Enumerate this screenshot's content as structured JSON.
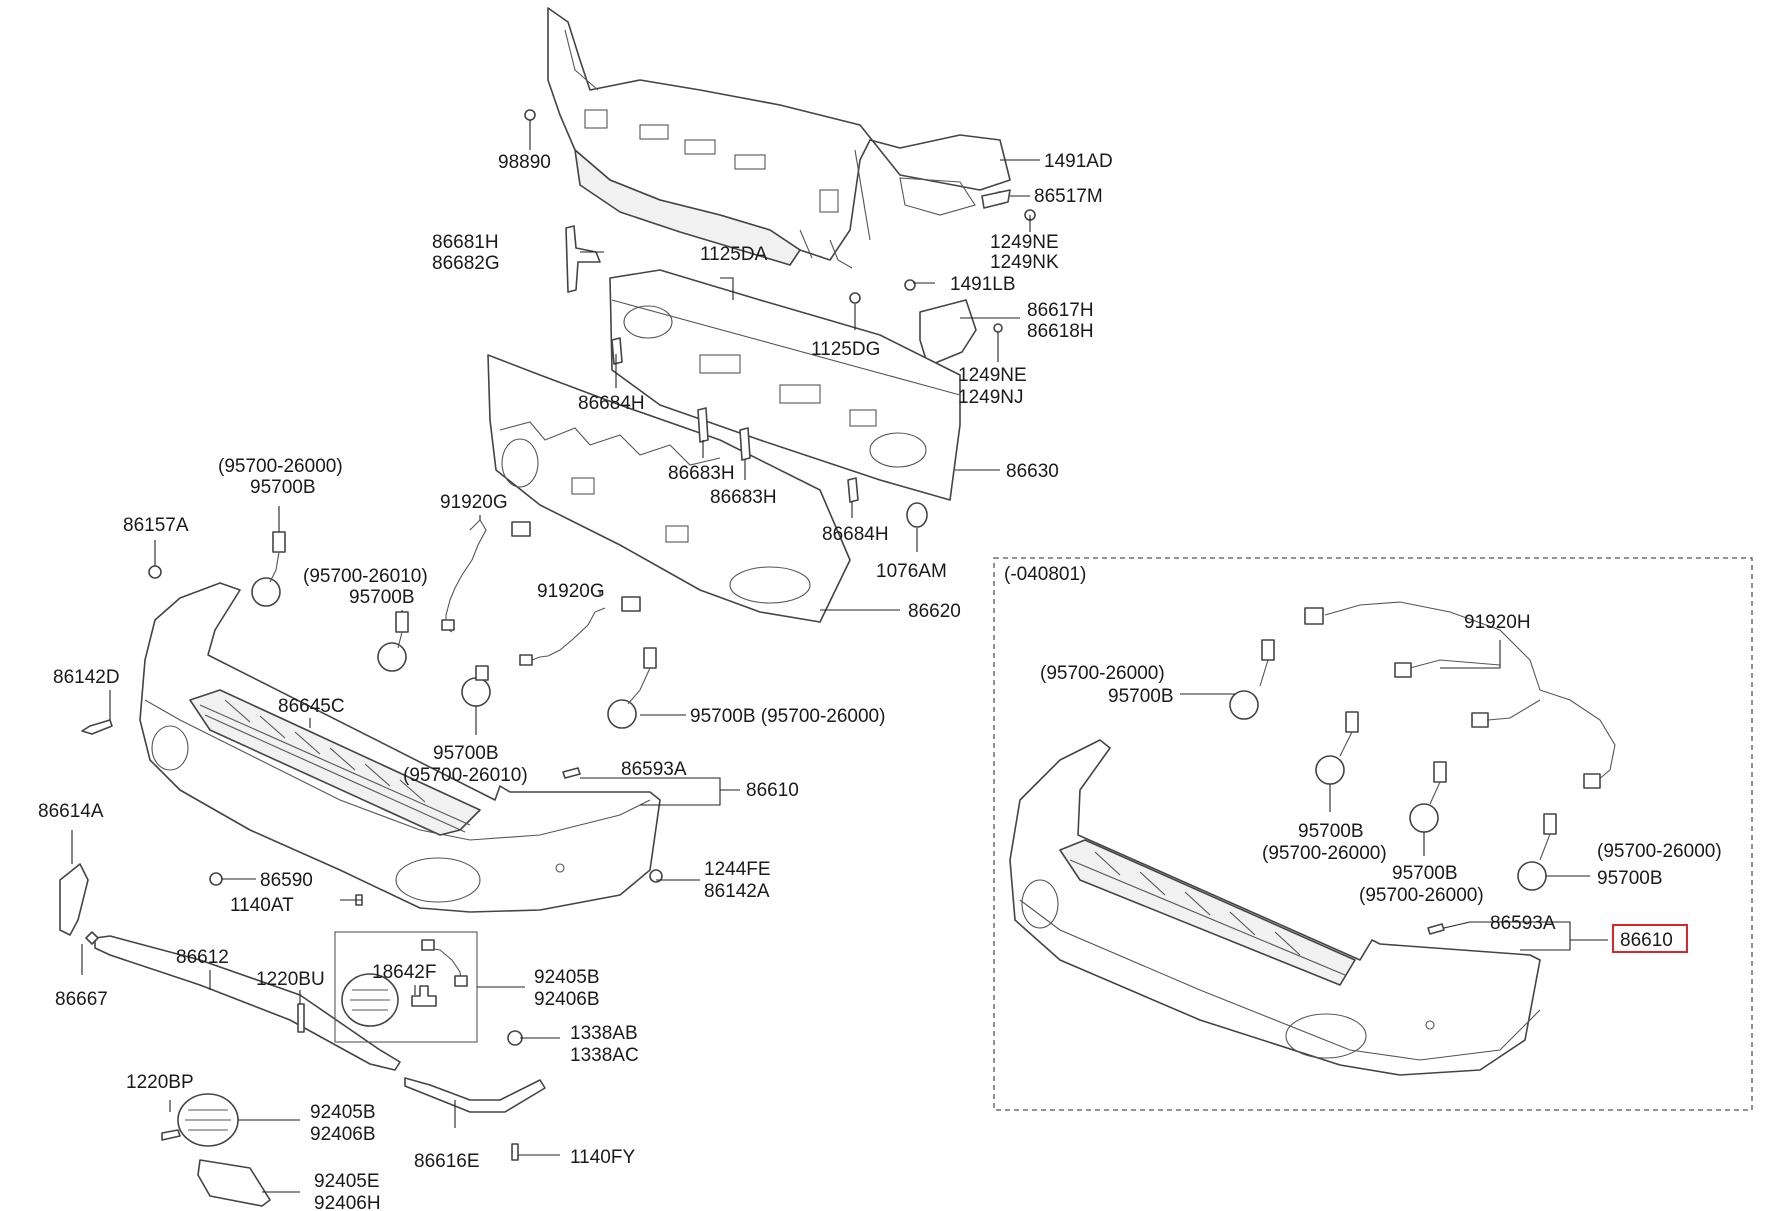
{
  "diagram": {
    "colors": {
      "line": "#444444",
      "highlight": "#d62828",
      "background": "#ffffff"
    },
    "labels": {
      "p98890": "98890",
      "p1491AD": "1491AD",
      "p86517M": "86517M",
      "p1249NE_a": "1249NE",
      "p1249NK": "1249NK",
      "p86681H": "86681H",
      "p86682G": "86682G",
      "p1125DA": "1125DA",
      "p1491LB": "1491LB",
      "p86617H": "86617H",
      "p86618H": "86618H",
      "p1125DG": "1125DG",
      "p1249NE_b": "1249NE",
      "p1249NJ": "1249NJ",
      "p86684H_a": "86684H",
      "p86683H_a": "86683H",
      "p86683H_b": "86683H",
      "p86630": "86630",
      "p86684H_b": "86684H",
      "p1076AM": "1076AM",
      "p86620": "86620",
      "p95700_26000_a": "(95700-26000)",
      "p95700B_a": "95700B",
      "p86157A": "86157A",
      "p91920G_a": "91920G",
      "p95700_26010_a": "(95700-26010)",
      "p95700B_b": "95700B",
      "p91920G_b": "91920G",
      "p86142D": "86142D",
      "p86645C": "86645C",
      "p95700B_c": "95700B (95700-26000)",
      "p95700B_d": "95700B",
      "p95700_26010_b": "(95700-26010)",
      "p86593A_a": "86593A",
      "p86610_a": "86610",
      "p86614A": "86614A",
      "p86590": "86590",
      "p1140AT": "1140AT",
      "p1244FE": "1244FE",
      "p86142A": "86142A",
      "p86612": "86612",
      "p1220BU": "1220BU",
      "p18642F": "18642F",
      "p92405B_a": "92405B",
      "p92406B_a": "92406B",
      "p86667": "86667",
      "p1338AB": "1338AB",
      "p1338AC": "1338AC",
      "p1220BP": "1220BP",
      "p92405B_b": "92405B",
      "p92406B_b": "92406B",
      "p86616E": "86616E",
      "p1140FY": "1140FY",
      "p92405E": "92405E",
      "p92406H": "92406H",
      "inset_code": "(-040801)",
      "p91920H": "91920H",
      "p95700_26000_i1": "(95700-26000)",
      "p95700B_i1": "95700B",
      "p95700B_i2": "95700B",
      "p95700_26000_i2": "(95700-26000)",
      "p95700_26000_i3": "(95700-26000)",
      "p95700B_i3": "95700B",
      "p95700B_i4": "95700B",
      "p95700_26000_i4": "(95700-26000)",
      "p86593A_i": "86593A",
      "p86610_i": "86610"
    }
  }
}
